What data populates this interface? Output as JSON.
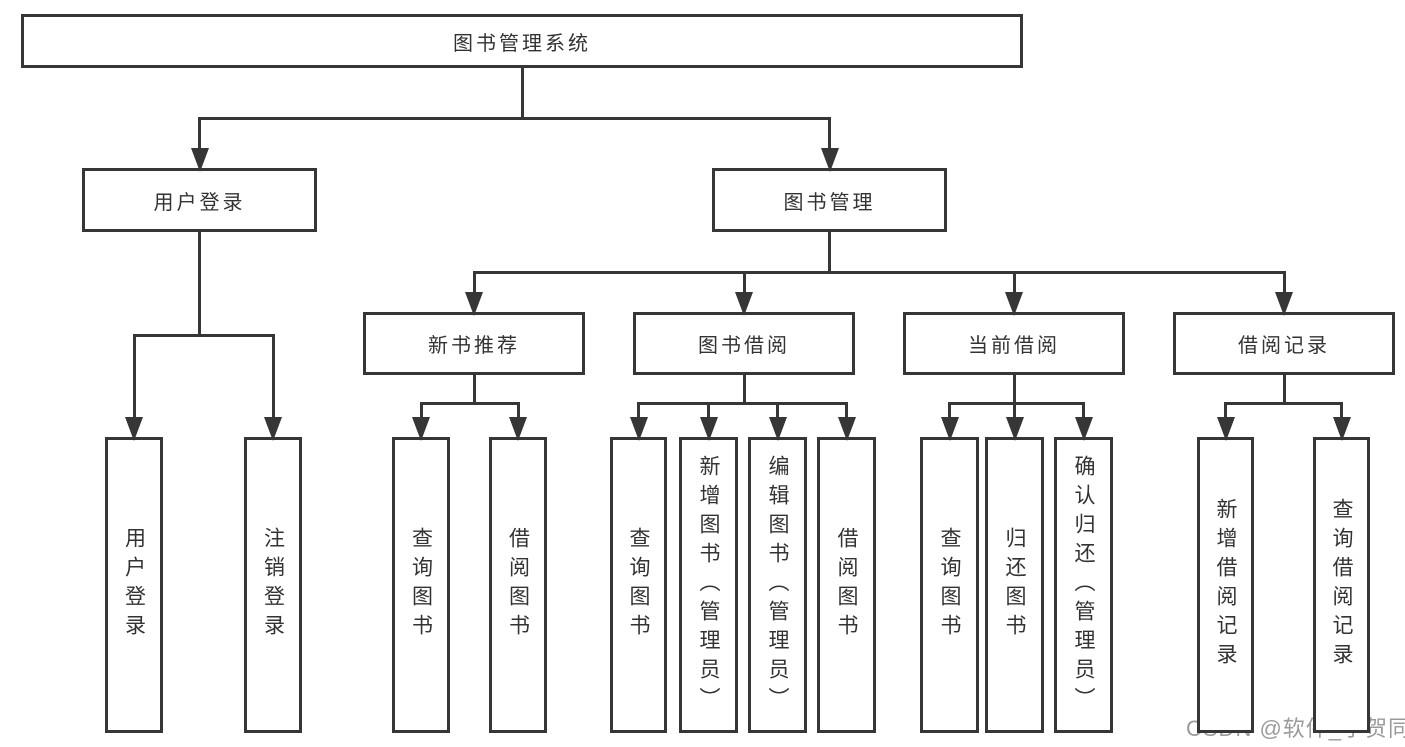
{
  "diagram": {
    "title": "图书管理系统",
    "type": "hierarchy-tree",
    "colors": {
      "line": "#363636",
      "text": "#333333",
      "box_background": "#ffffff",
      "page_background": "#ffffff",
      "watermark": "#9b9b9b"
    },
    "nodes": [
      {
        "id": "root",
        "label": "图书管理系统",
        "orientation": "horizontal"
      },
      {
        "id": "user-login",
        "label": "用户登录",
        "orientation": "horizontal"
      },
      {
        "id": "book-mgmt",
        "label": "图书管理",
        "orientation": "horizontal"
      },
      {
        "id": "new-book-rec",
        "label": "新书推荐",
        "orientation": "horizontal"
      },
      {
        "id": "book-borrow",
        "label": "图书借阅",
        "orientation": "horizontal"
      },
      {
        "id": "current-borrow",
        "label": "当前借阅",
        "orientation": "horizontal"
      },
      {
        "id": "borrow-records",
        "label": "借阅记录",
        "orientation": "horizontal"
      },
      {
        "id": "leaf-user-login",
        "label": "用户登录",
        "orientation": "vertical"
      },
      {
        "id": "leaf-logout",
        "label": "注销登录",
        "orientation": "vertical"
      },
      {
        "id": "leaf-query-book-1",
        "label": "查询图书",
        "orientation": "vertical"
      },
      {
        "id": "leaf-borrow-book-1",
        "label": "借阅图书",
        "orientation": "vertical"
      },
      {
        "id": "leaf-query-book-2",
        "label": "查询图书",
        "orientation": "vertical"
      },
      {
        "id": "leaf-add-book",
        "label": "新增图书（管理员）",
        "orientation": "vertical"
      },
      {
        "id": "leaf-edit-book",
        "label": "编辑图书（管理员）",
        "orientation": "vertical"
      },
      {
        "id": "leaf-borrow-book-2",
        "label": "借阅图书",
        "orientation": "vertical"
      },
      {
        "id": "leaf-query-book-3",
        "label": "查询图书",
        "orientation": "vertical"
      },
      {
        "id": "leaf-return-book",
        "label": "归还图书",
        "orientation": "vertical"
      },
      {
        "id": "leaf-confirm-return",
        "label": "确认归还（管理员）",
        "orientation": "vertical"
      },
      {
        "id": "leaf-add-borrow-record",
        "label": "新增借阅记录",
        "orientation": "vertical"
      },
      {
        "id": "leaf-query-borrow-record",
        "label": "查询借阅记录",
        "orientation": "vertical"
      }
    ],
    "edges": [
      {
        "from": "root",
        "to": [
          "user-login",
          "book-mgmt"
        ]
      },
      {
        "from": "user-login",
        "to": [
          "leaf-user-login",
          "leaf-logout"
        ]
      },
      {
        "from": "book-mgmt",
        "to": [
          "new-book-rec",
          "book-borrow",
          "current-borrow",
          "borrow-records"
        ]
      },
      {
        "from": "new-book-rec",
        "to": [
          "leaf-query-book-1",
          "leaf-borrow-book-1"
        ]
      },
      {
        "from": "book-borrow",
        "to": [
          "leaf-query-book-2",
          "leaf-add-book",
          "leaf-edit-book",
          "leaf-borrow-book-2"
        ]
      },
      {
        "from": "current-borrow",
        "to": [
          "leaf-query-book-3",
          "leaf-return-book",
          "leaf-confirm-return"
        ]
      },
      {
        "from": "borrow-records",
        "to": [
          "leaf-add-borrow-record",
          "leaf-query-borrow-record"
        ]
      }
    ],
    "watermark": "CSDN @软件_小贺同学"
  }
}
